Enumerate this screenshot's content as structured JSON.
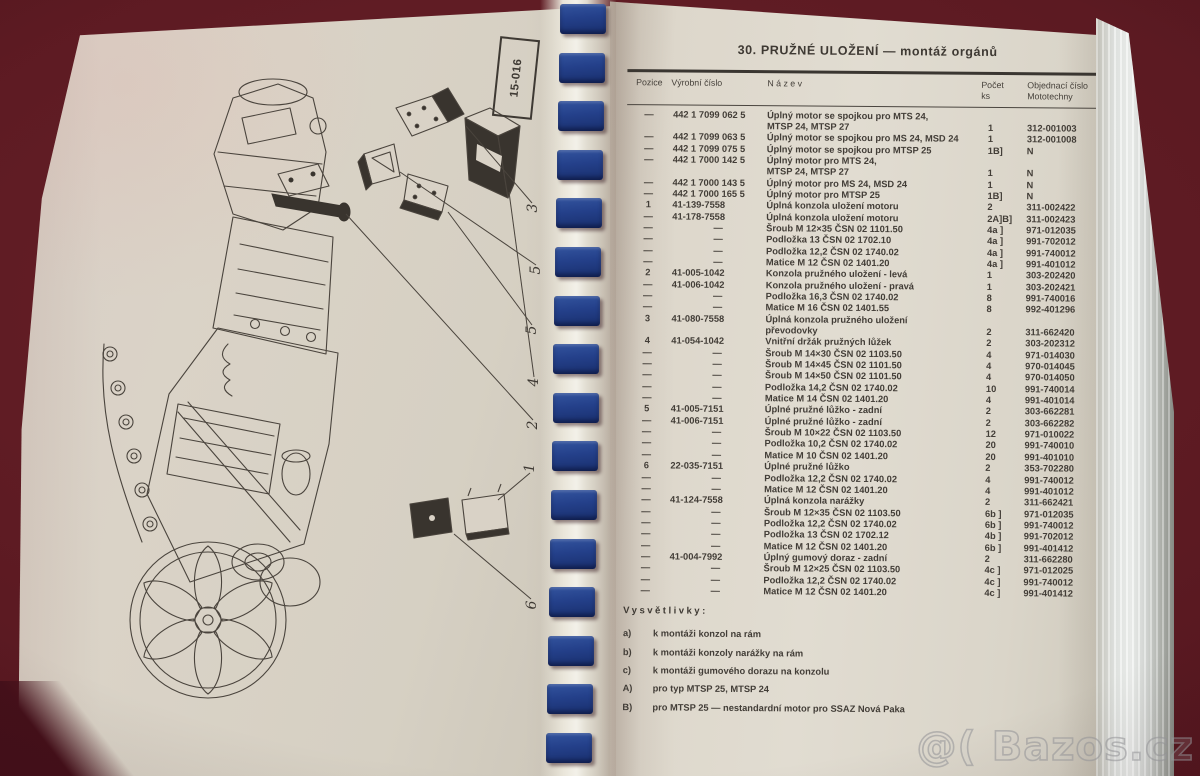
{
  "photo": {
    "watermark": "@( Bazos.cz"
  },
  "left_page": {
    "figure_label": "15-016",
    "callouts": [
      "3",
      "5",
      "5",
      "4",
      "2",
      "1",
      "6"
    ]
  },
  "right_page": {
    "title": "30. PRUŽNÉ ULOŽENÍ — montáž orgánů",
    "table": {
      "headers": {
        "pozice": "Pozice",
        "vyrobni": "Výrobní číslo",
        "nazev": "N á z e v",
        "pocet_1": "Počet",
        "pocet_2": "ks",
        "objednaci_1": "Objednací číslo",
        "objednaci_2": "Mototechny"
      },
      "rows": [
        [
          "—",
          "442 1 7099 062 5",
          "Úplný motor se spojkou pro MTS 24,",
          "",
          ""
        ],
        [
          "",
          "",
          "MTSP 24, MTSP 27",
          "1",
          "312-001003"
        ],
        [
          "—",
          "442 1 7099 063 5",
          "Úplný motor se spojkou pro MS 24, MSD 24",
          "1",
          "312-001008"
        ],
        [
          "—",
          "442 1 7099 075 5",
          "Úplný motor se spojkou pro MTSP 25",
          "1B]",
          "N"
        ],
        [
          "—",
          "442 1 7000 142 5",
          "Úplný motor pro MTS 24,",
          "",
          ""
        ],
        [
          "",
          "",
          "MTSP 24, MTSP 27",
          "1",
          "N"
        ],
        [
          "—",
          "442 1 7000 143 5",
          "Úplný motor pro MS 24, MSD 24",
          "1",
          "N"
        ],
        [
          "—",
          "442 1 7000 165 5",
          "Úplný motor pro MTSP 25",
          "1B]",
          "N"
        ],
        [
          "1",
          "41-139-7558",
          "Úplná konzola uložení motoru",
          "2",
          "311-002422"
        ],
        [
          "—",
          "41-178-7558",
          "Úplná konzola uložení motoru",
          "2A]B]",
          "311-002423"
        ],
        [
          "—",
          "—",
          "Šroub M 12×35 ČSN 02 1101.50",
          "4a ]",
          "971-012035"
        ],
        [
          "—",
          "—",
          "Podložka 13 ČSN 02 1702.10",
          "4a ]",
          "991-702012"
        ],
        [
          "—",
          "—",
          "Podložka 12,2 ČSN 02 1740.02",
          "4a ]",
          "991-740012"
        ],
        [
          "—",
          "—",
          "Matice M 12 ČSN 02 1401.20",
          "4a ]",
          "991-401012"
        ],
        [
          "2",
          "41-005-1042",
          "Konzola pružného uložení - levá",
          "1",
          "303-202420"
        ],
        [
          "—",
          "41-006-1042",
          "Konzola pružného uložení - pravá",
          "1",
          "303-202421"
        ],
        [
          "—",
          "—",
          "Podložka 16,3 ČSN 02 1740.02",
          "8",
          "991-740016"
        ],
        [
          "—",
          "—",
          "Matice M 16 ČSN 02 1401.55",
          "8",
          "992-401296"
        ],
        [
          "3",
          "41-080-7558",
          "Úplná konzola pružného uložení",
          "",
          ""
        ],
        [
          "",
          "",
          "převodovky",
          "2",
          "311-662420"
        ],
        [
          "4",
          "41-054-1042",
          "Vnitřní držák pružných lůžek",
          "2",
          "303-202312"
        ],
        [
          "—",
          "—",
          "Šroub M 14×30 ČSN 02 1103.50",
          "4",
          "971-014030"
        ],
        [
          "—",
          "—",
          "Šroub M 14×45 ČSN 02 1101.50",
          "4",
          "970-014045"
        ],
        [
          "—",
          "—",
          "Šroub M 14×50 ČSN 02 1101.50",
          "4",
          "970-014050"
        ],
        [
          "—",
          "—",
          "Podložka 14,2 ČSN 02 1740.02",
          "10",
          "991-740014"
        ],
        [
          "—",
          "—",
          "Matice M 14 ČSN 02 1401.20",
          "4",
          "991-401014"
        ],
        [
          "5",
          "41-005-7151",
          "Úplné pružné lůžko - zadní",
          "2",
          "303-662281"
        ],
        [
          "—",
          "41-006-7151",
          "Úplné pružné lůžko - zadní",
          "2",
          "303-662282"
        ],
        [
          "—",
          "—",
          "Šroub M 10×22 ČSN 02 1103.50",
          "12",
          "971-010022"
        ],
        [
          "—",
          "—",
          "Podložka 10,2 ČSN 02 1740.02",
          "20",
          "991-740010"
        ],
        [
          "—",
          "—",
          "Matice M 10 ČSN 02 1401.20",
          "20",
          "991-401010"
        ],
        [
          "6",
          "22-035-7151",
          "Úplné pružné lůžko",
          "2",
          "353-702280"
        ],
        [
          "—",
          "—",
          "Podložka 12,2 ČSN 02 1740.02",
          "4",
          "991-740012"
        ],
        [
          "—",
          "—",
          "Matice M 12 ČSN 02 1401.20",
          "4",
          "991-401012"
        ],
        [
          "—",
          "41-124-7558",
          "Úplná konzola narážky",
          "2",
          "311-662421"
        ],
        [
          "—",
          "—",
          "Šroub M 12×35 ČSN 02 1103.50",
          "6b ]",
          "971-012035"
        ],
        [
          "—",
          "—",
          "Podložka 12,2 ČSN 02 1740.02",
          "6b ]",
          "991-740012"
        ],
        [
          "—",
          "—",
          "Podložka 13 ČSN 02 1702.12",
          "4b ]",
          "991-702012"
        ],
        [
          "—",
          "—",
          "Matice M 12 ČSN 02 1401.20",
          "6b ]",
          "991-401412"
        ],
        [
          "—",
          "41-004-7992",
          "Úplný gumový doraz - zadní",
          "2",
          "311-662280"
        ],
        [
          "—",
          "—",
          "Šroub M 12×25 ČSN 02 1103.50",
          "4c ]",
          "971-012025"
        ],
        [
          "—",
          "—",
          "Podložka 12,2 ČSN 02 1740.02",
          "4c ]",
          "991-740012"
        ],
        [
          "—",
          "—",
          "Matice M 12 ČSN 02 1401.20",
          "4c ]",
          "991-401412"
        ]
      ]
    },
    "legend": {
      "heading": "Vysvětlivky:",
      "items": [
        {
          "label": "a)",
          "text": "k montáži konzol na rám"
        },
        {
          "label": "b)",
          "text": "k montáži konzoly narážky na rám"
        },
        {
          "label": "c)",
          "text": "k montáži gumového dorazu na konzolu"
        },
        {
          "label": "A)",
          "text": "pro typ MTSP 25, MTSP 24"
        },
        {
          "label": "B)",
          "text": "pro MTSP 25 — nestandardní motor pro SSAZ Nová Paka"
        }
      ]
    }
  },
  "colors": {
    "ink": "#3e3933",
    "page": "#d9d2c6",
    "binding_blue": "#24408a",
    "background": "#561922"
  }
}
